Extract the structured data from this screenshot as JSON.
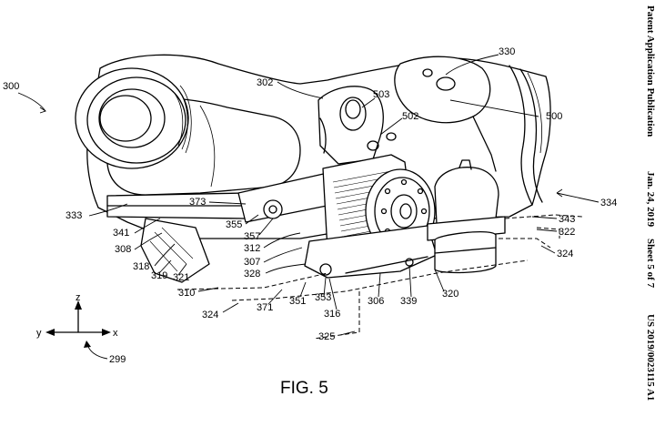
{
  "header": {
    "publication": "Patent Application Publication",
    "date": "Jan. 24, 2019",
    "sheet": "Sheet 5 of 7",
    "number": "US 2019/0023115 A1"
  },
  "figure": {
    "title": "FIG. 5",
    "labels": {
      "l300": "300",
      "l302": "302",
      "l330": "330",
      "l503": "503",
      "l502": "502",
      "l500": "500",
      "l334": "334",
      "l333": "333",
      "l373": "373",
      "l341": "341",
      "l355": "355",
      "l357": "357",
      "l308": "308",
      "l312": "312",
      "l318": "318",
      "l307": "307",
      "l319": "319",
      "l321": "321",
      "l328": "328",
      "l310": "310",
      "l371": "371",
      "l351": "351",
      "l353": "353",
      "l324a": "324",
      "l316": "316",
      "l306": "306",
      "l339": "339",
      "l320": "320",
      "l343": "343",
      "l322": "322",
      "l324b": "324",
      "l325": "325",
      "l299": "299"
    },
    "axes": {
      "z": "z",
      "y": "y",
      "x": "x"
    }
  },
  "icons": [
    "patent-drawing",
    "axis-triad-icon",
    "curved-arrow-icon"
  ]
}
